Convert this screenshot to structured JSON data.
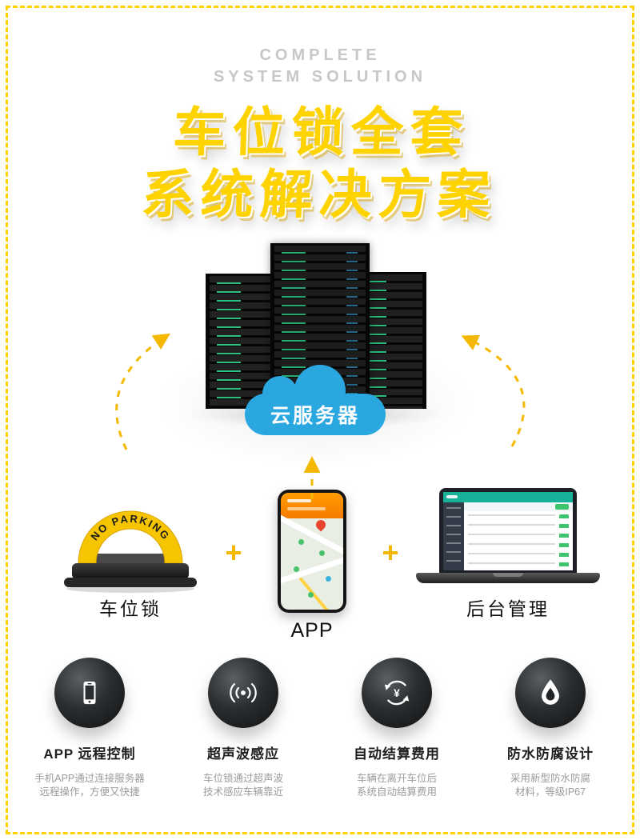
{
  "colors": {
    "accent_yellow": "#FFD300",
    "dash_yellow": "#F5B800",
    "cloud_blue": "#2BA7E0",
    "lock_yellow": "#F6C500",
    "feature_circle_dark": "#2b2e30",
    "eyebrow_gray": "#c7c7c7",
    "desc_gray": "#9a9a9a"
  },
  "header": {
    "eyebrow_line1": "COMPLETE",
    "eyebrow_line2": "SYSTEM SOLUTION",
    "title_line1": "车位锁全套",
    "title_line2": "系统解决方案"
  },
  "diagram": {
    "cloud_label": "云服务器",
    "lock_arch_text": "NO PARKING",
    "lock_label": "车位锁",
    "app_label": "APP",
    "backend_label": "后台管理",
    "plus_sign": "+"
  },
  "features": [
    {
      "icon": "phone-icon",
      "title": "APP 远程控制",
      "desc_line1": "手机APP通过连接服务器",
      "desc_line2": "远程操作，方便又快捷"
    },
    {
      "icon": "ultrasonic-icon",
      "title": "超声波感应",
      "desc_line1": "车位锁通过超声波",
      "desc_line2": "技术感应车辆靠近"
    },
    {
      "icon": "settlement-icon",
      "title": "自动结算费用",
      "desc_line1": "车辆在离开车位后",
      "desc_line2": "系统自动结算费用"
    },
    {
      "icon": "waterproof-icon",
      "title": "防水防腐设计",
      "desc_line1": "采用新型防水防腐",
      "desc_line2": "材料，等级IP67"
    }
  ]
}
